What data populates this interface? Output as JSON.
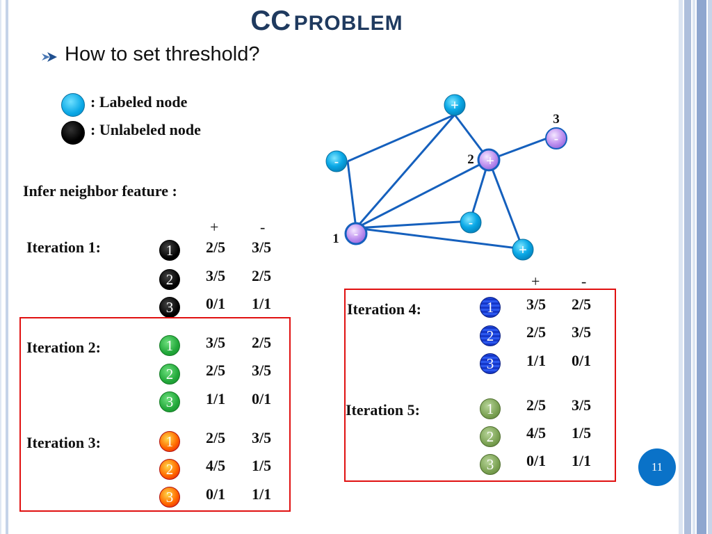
{
  "slide": {
    "title_part1": "CC",
    "title_part2": "PROBLEM",
    "bullet": "How to set threshold?",
    "legend_labeled": ": Labeled node",
    "legend_unlabeled": ": Unlabeled node",
    "infer_label": "Infer neighbor feature :",
    "page_number": "11"
  },
  "graph": {
    "node_signs": {
      "top": "+",
      "left": "-",
      "n2": "+",
      "n3": "-",
      "mid": "-",
      "n1": "-",
      "bottom": "+"
    },
    "node_numbers": {
      "n1": "1",
      "n2": "2",
      "n3": "3"
    }
  },
  "table_headers": {
    "plus": "+",
    "minus": "-"
  },
  "iterations": [
    {
      "label": "Iteration 1:",
      "rows": [
        {
          "node": "1",
          "plus": "2/5",
          "minus": "3/5"
        },
        {
          "node": "2",
          "plus": "3/5",
          "minus": "2/5"
        },
        {
          "node": "3",
          "plus": "0/1",
          "minus": "1/1"
        }
      ]
    },
    {
      "label": "Iteration 2:",
      "rows": [
        {
          "node": "1",
          "plus": "3/5",
          "minus": "2/5"
        },
        {
          "node": "2",
          "plus": "2/5",
          "minus": "3/5"
        },
        {
          "node": "3",
          "plus": "1/1",
          "minus": "0/1"
        }
      ]
    },
    {
      "label": "Iteration 3:",
      "rows": [
        {
          "node": "1",
          "plus": "2/5",
          "minus": "3/5"
        },
        {
          "node": "2",
          "plus": "4/5",
          "minus": "1/5"
        },
        {
          "node": "3",
          "plus": "0/1",
          "minus": "1/1"
        }
      ]
    },
    {
      "label": "Iteration 4:",
      "rows": [
        {
          "node": "1",
          "plus": "3/5",
          "minus": "2/5"
        },
        {
          "node": "2",
          "plus": "2/5",
          "minus": "3/5"
        },
        {
          "node": "3",
          "plus": "1/1",
          "minus": "0/1"
        }
      ]
    },
    {
      "label": "Iteration 5:",
      "rows": [
        {
          "node": "1",
          "plus": "2/5",
          "minus": "3/5"
        },
        {
          "node": "2",
          "plus": "4/5",
          "minus": "1/5"
        },
        {
          "node": "3",
          "plus": "0/1",
          "minus": "1/1"
        }
      ]
    }
  ],
  "colors": {
    "title": "#1f3a5f",
    "edge": "#1560bd",
    "highlight_box": "#e01010",
    "page_badge": "#0a72c8"
  }
}
